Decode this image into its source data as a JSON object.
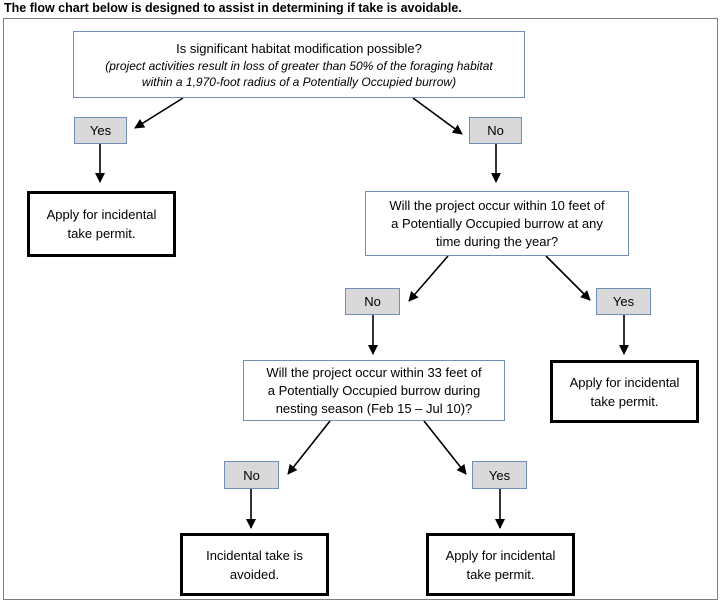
{
  "caption": "The flow chart below is designed to assist in determining if take is avoidable.",
  "nodes": {
    "q1": {
      "title": "Is significant habitat modification possible?",
      "detail_line1": "(project activities result in loss of greater than 50% of the foraging habitat",
      "detail_line2": "within a 1,970-foot radius of a Potentially Occupied burrow)"
    },
    "q1_yes": "Yes",
    "q1_no": "No",
    "r1": {
      "line1": "Apply for incidental",
      "line2": "take permit."
    },
    "q2": {
      "line1": "Will the project occur within 10 feet of",
      "line2": "a Potentially Occupied burrow at any",
      "line3": "time during the year?"
    },
    "q2_no": "No",
    "q2_yes": "Yes",
    "r2": {
      "line1": "Apply for incidental",
      "line2": "take permit."
    },
    "q3": {
      "line1": "Will the project occur within 33 feet of",
      "line2": "a Potentially Occupied burrow during",
      "line3": "nesting season (Feb 15 – Jul 10)?"
    },
    "q3_no": "No",
    "q3_yes": "Yes",
    "r3": {
      "line1": "Incidental take is",
      "line2": "avoided."
    },
    "r4": {
      "line1": "Apply for incidental",
      "line2": "take permit."
    }
  },
  "colors": {
    "question_border": "#6f8fb5",
    "label_fill": "#d9d9d9",
    "result_border": "#000000"
  }
}
